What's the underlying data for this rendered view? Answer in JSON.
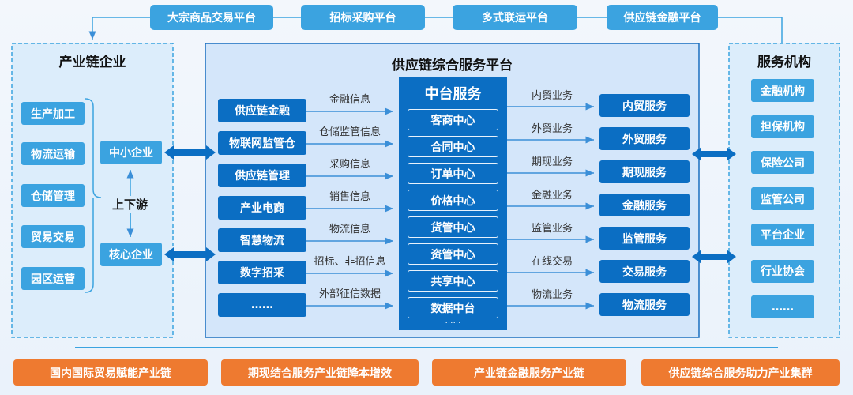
{
  "top_platforms": [
    "大宗商品交易平台",
    "招标采购平台",
    "多式联运平台",
    "供应链金融平台"
  ],
  "left_panel": {
    "title": "产业链企业",
    "items": [
      "生产加工",
      "物流运输",
      "仓储管理",
      "贸易交易",
      "园区运营"
    ],
    "bracket_label": "上下游",
    "enterprises": [
      "中小企业",
      "核心企业"
    ]
  },
  "center_panel": {
    "title": "供应链综合服务平台",
    "left_items": [
      "供应链金融",
      "物联网监管仓",
      "供应链管理",
      "产业电商",
      "智慧物流",
      "数字招采",
      "……"
    ],
    "info_labels": [
      "金融信息",
      "仓储监管信息",
      "采购信息",
      "销售信息",
      "物流信息",
      "招标、非招信息",
      "外部征信数据"
    ],
    "middle": {
      "title": "中台服务",
      "items": [
        "客商中心",
        "合同中心",
        "订单中心",
        "价格中心",
        "货管中心",
        "资管中心",
        "共享中心",
        "数据中台"
      ],
      "more": "……"
    },
    "business_labels": [
      "内贸业务",
      "外贸业务",
      "期现业务",
      "金融业务",
      "监管业务",
      "在线交易",
      "物流业务"
    ],
    "services": [
      "内贸服务",
      "外贸服务",
      "期现服务",
      "金融服务",
      "监管服务",
      "交易服务",
      "物流服务"
    ]
  },
  "right_panel": {
    "title": "服务机构",
    "items": [
      "金融机构",
      "担保机构",
      "保险公司",
      "监管公司",
      "平台企业",
      "行业协会",
      "……"
    ]
  },
  "bottom": [
    "国内国际贸易赋能产业链",
    "期现结合服务产业链降本增效",
    "产业链金融服务产业链",
    "供应链综合服务助力产业集群"
  ],
  "colors": {
    "light_blue": "#3ba3e0",
    "dark_blue": "#0b6ec3",
    "orange": "#ee7a30"
  }
}
